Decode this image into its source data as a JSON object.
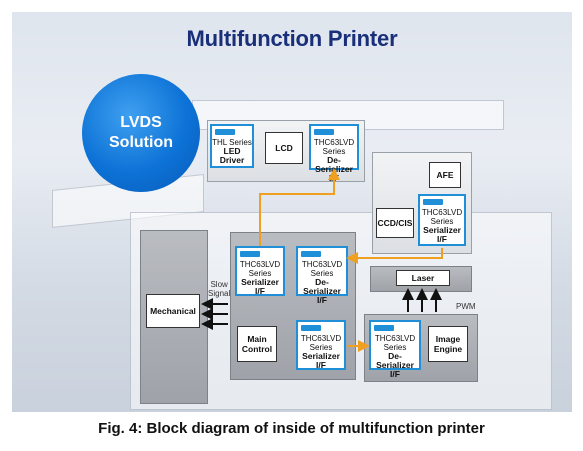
{
  "title": "Multifunction Printer",
  "bubble": {
    "line1": "LVDS",
    "line2": "Solution"
  },
  "top_panel": {
    "thl": {
      "series": "THL Series",
      "name": "LED",
      "name2": "Driver"
    },
    "lcd": "LCD",
    "deser": {
      "family": "THC63LVD",
      "series": "Series",
      "name": "De-Serializer",
      "if": "I/F"
    }
  },
  "right_panel": {
    "afe": "AFE",
    "ccd": "CCD/CIS",
    "ser": {
      "family": "THC63LVD",
      "series": "Series",
      "name": "Serializer",
      "if": "I/F"
    }
  },
  "main_panel": {
    "ser1": {
      "family": "THC63LVD",
      "series": "Series",
      "name": "Serializer",
      "if": "I/F"
    },
    "deser1": {
      "family": "THC63LVD",
      "series": "Series",
      "name": "De-Serializer",
      "if": "I/F"
    },
    "main_control": {
      "line1": "Main",
      "line2": "Control"
    },
    "ser2": {
      "family": "THC63LVD",
      "series": "Series",
      "name": "Serializer",
      "if": "I/F"
    }
  },
  "mechanical": "Mechanical",
  "slow_signal": {
    "line1": "Slow",
    "line2": "Signal"
  },
  "laser": "Laser",
  "pwm": "PWM",
  "engine_panel": {
    "deser": {
      "family": "THC63LVD",
      "series": "Series",
      "name": "De-Serializer",
      "if": "I/F"
    },
    "image_engine": {
      "line1": "Image",
      "line2": "Engine"
    }
  },
  "caption": "Fig. 4: Block diagram of inside of multifunction printer",
  "colors": {
    "accent": "#1f8fd8",
    "link": "#f0a020",
    "title": "#1a2f7a"
  }
}
